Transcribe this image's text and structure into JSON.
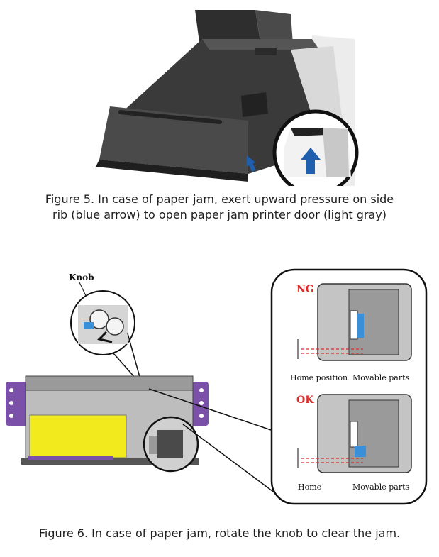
{
  "figure5": {
    "caption_line1": "Figure 5. In case of paper jam, exert upward pressure on side",
    "caption_line2": "rib (blue arrow) to open paper jam printer door (light gray)"
  },
  "figure6": {
    "knob_label": "Knob",
    "ng": {
      "status": "NG",
      "home_label": "Home position",
      "movable_label": "Movable parts"
    },
    "ok": {
      "status": "OK",
      "home_label": "Home",
      "movable_label": "Movable parts"
    },
    "caption": "Figure 6. In case of paper jam, rotate the knob to clear the jam."
  },
  "colors": {
    "arrow_blue": "#1f5fae",
    "part_blue": "#3a90d8",
    "status_red": "#e02a2a",
    "paper_yellow": "#f2ea1c",
    "bracket_purple": "#7a50a8",
    "printer_dark": "#3b3b3b"
  }
}
